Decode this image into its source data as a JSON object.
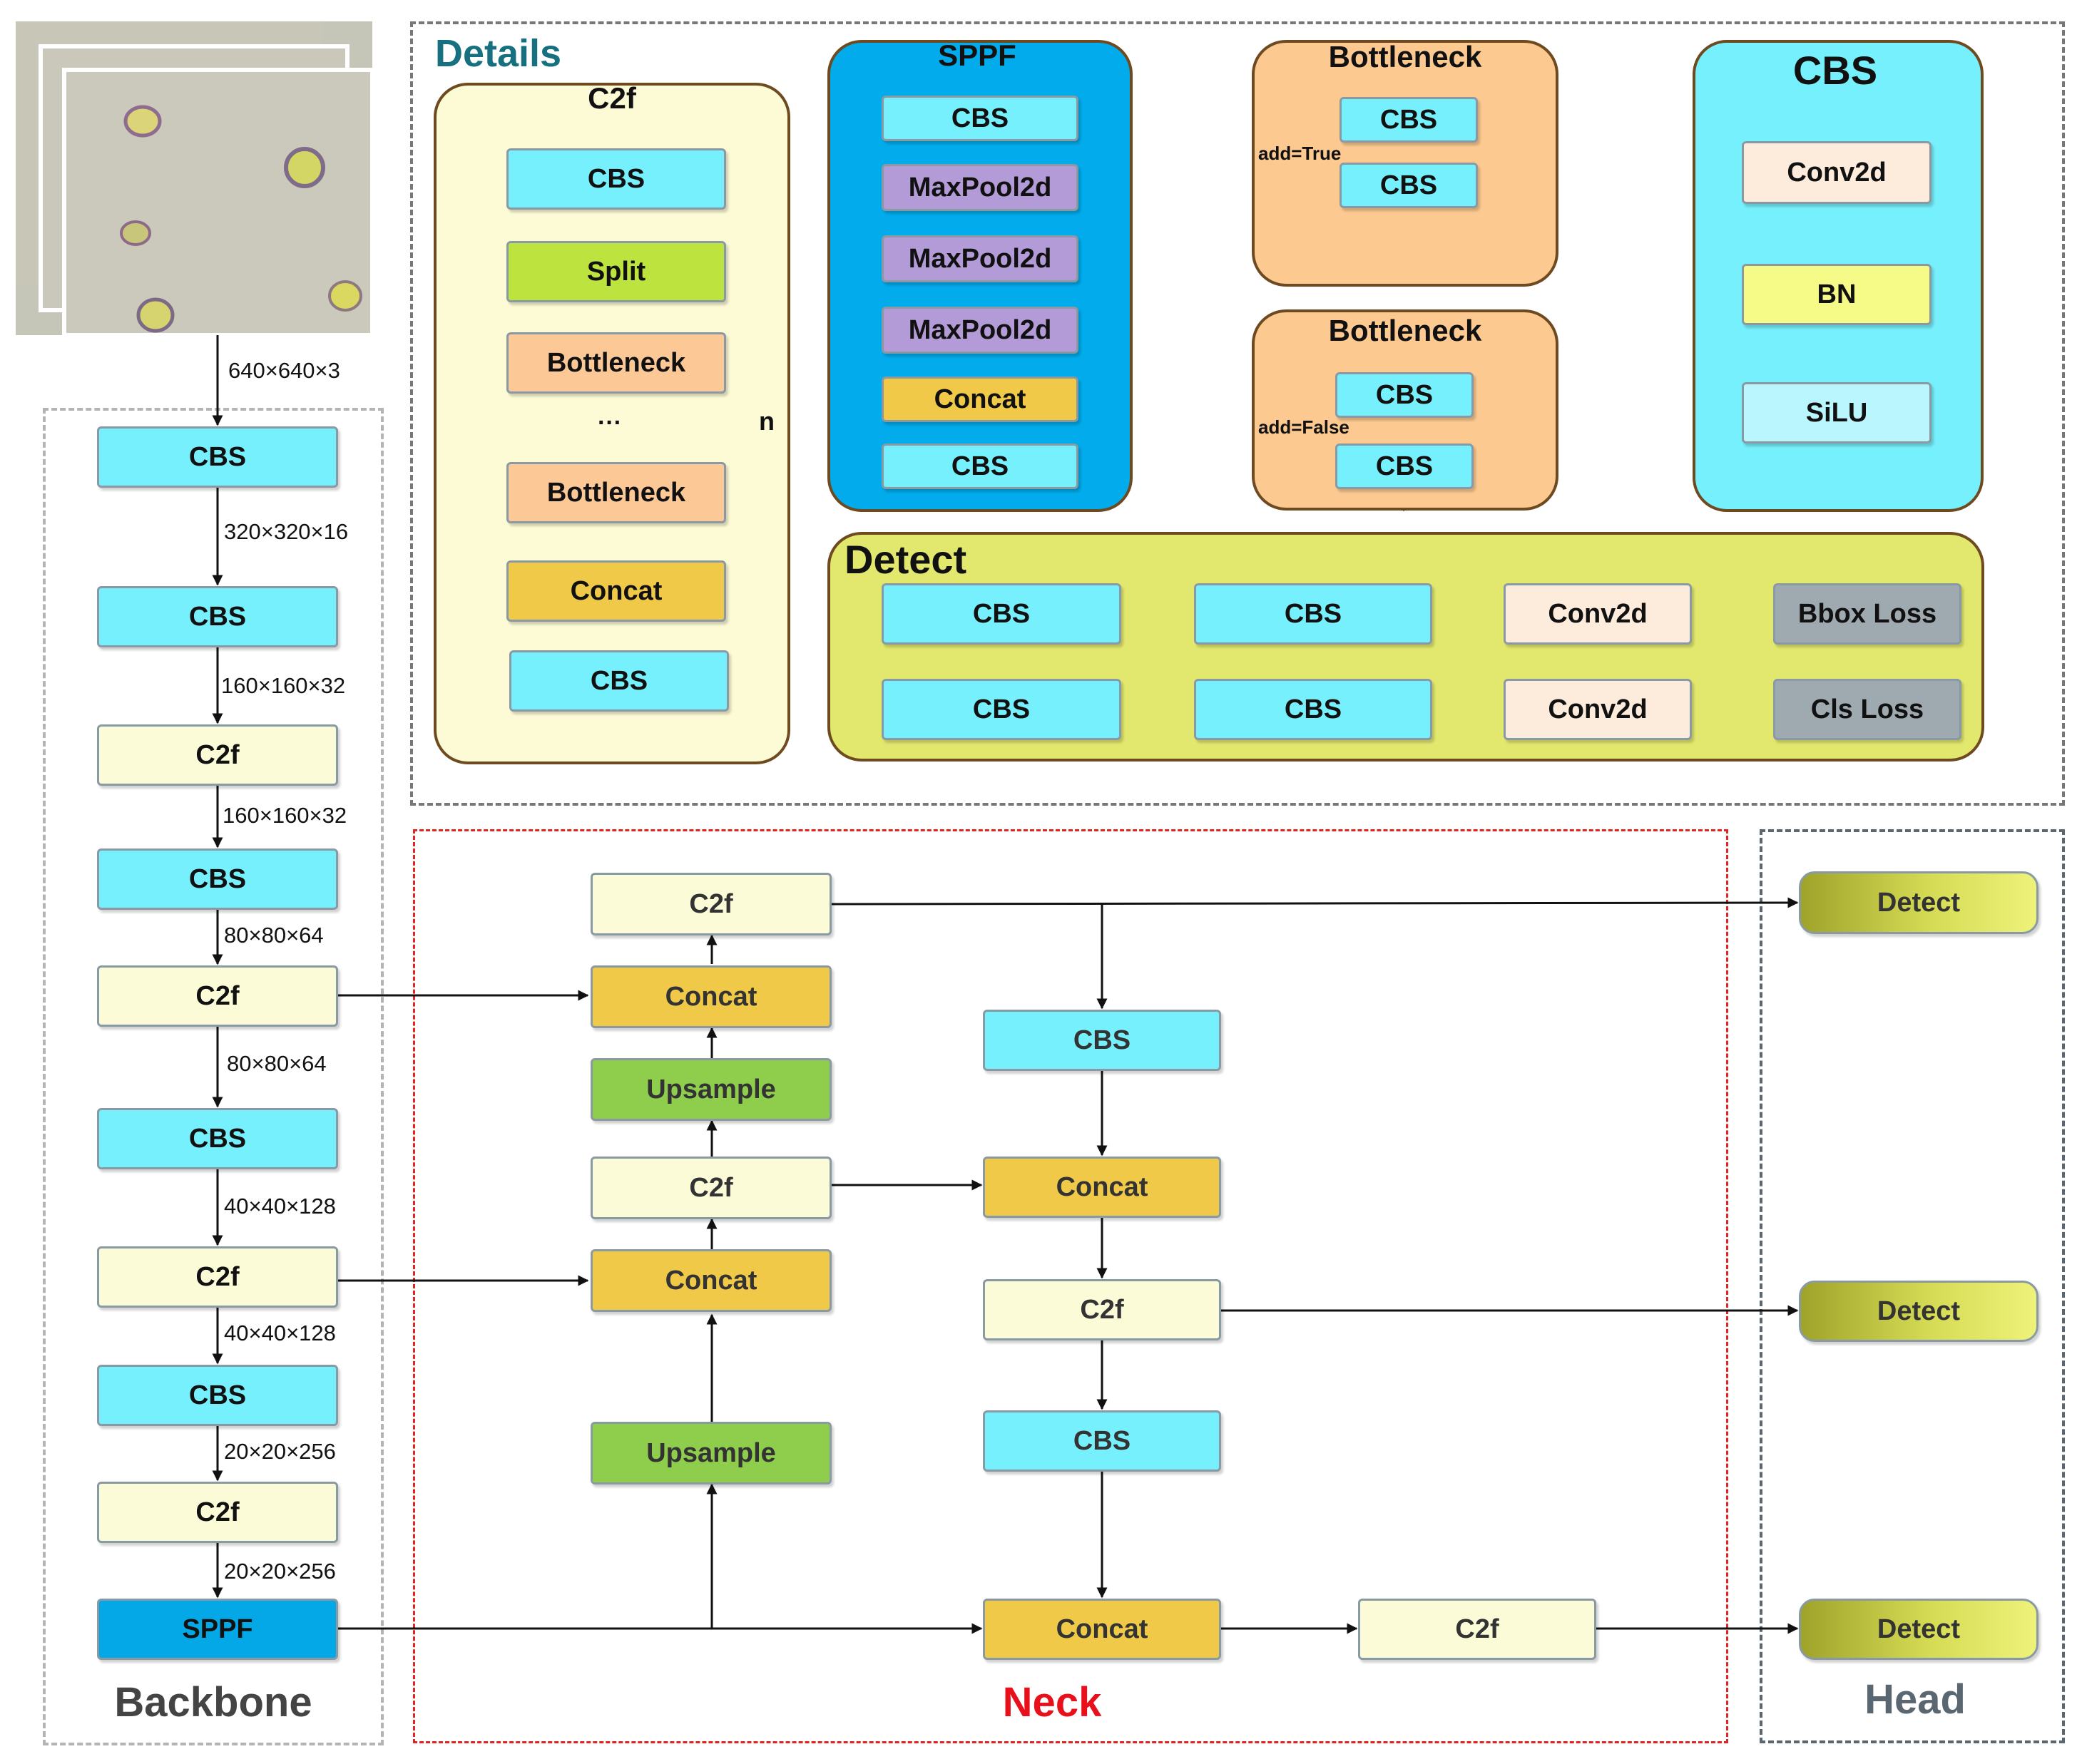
{
  "regions": {
    "details": "Details",
    "backbone": "Backbone",
    "neck": "Neck",
    "head": "Head"
  },
  "backbone": {
    "blocks": [
      "CBS",
      "CBS",
      "C2f",
      "CBS",
      "C2f",
      "CBS",
      "C2f",
      "CBS",
      "C2f",
      "SPPF"
    ],
    "dims": [
      "640×640×3",
      "320×320×16",
      "160×160×32",
      "160×160×32",
      "80×80×64",
      "80×80×64",
      "40×40×128",
      "40×40×128",
      "20×20×256",
      "20×20×256"
    ]
  },
  "neck": {
    "left_col": [
      "C2f",
      "Concat",
      "Upsample",
      "C2f",
      "Concat",
      "Upsample"
    ],
    "right_col": [
      "CBS",
      "Concat",
      "C2f",
      "CBS",
      "Concat"
    ],
    "bottom_c2f": "C2f"
  },
  "head": {
    "detect": [
      "Detect",
      "Detect",
      "Detect"
    ]
  },
  "details": {
    "c2f": {
      "title": "C2f",
      "blocks": [
        "CBS",
        "Split",
        "Bottleneck",
        "Bottleneck",
        "Concat",
        "CBS"
      ],
      "ellipsis": "···",
      "n_label": "n"
    },
    "sppf": {
      "title": "SPPF",
      "blocks": [
        "CBS",
        "MaxPool2d",
        "MaxPool2d",
        "MaxPool2d",
        "Concat",
        "CBS"
      ]
    },
    "bottleneck_true": {
      "title": "Bottleneck",
      "blocks": [
        "CBS",
        "CBS"
      ],
      "add_label": "add=True"
    },
    "bottleneck_false": {
      "title": "Bottleneck",
      "blocks": [
        "CBS",
        "CBS"
      ],
      "add_label": "add=False"
    },
    "cbs": {
      "title": "CBS",
      "blocks": [
        "Conv2d",
        "BN",
        "SiLU"
      ]
    },
    "detect": {
      "title": "Detect",
      "row1": [
        "CBS",
        "CBS",
        "Conv2d",
        "Bbox Loss"
      ],
      "row2": [
        "CBS",
        "CBS",
        "Conv2d",
        "Cls Loss"
      ]
    }
  },
  "colors": {
    "neck_border": "#e02424",
    "neck_title": "#e8101a",
    "details_title": "#16707f",
    "head_title": "#5b6770",
    "backbone_title": "#444444",
    "cbs": "#76f0fc",
    "concat": "#f0c948",
    "c2f": "#fbfbd8"
  }
}
